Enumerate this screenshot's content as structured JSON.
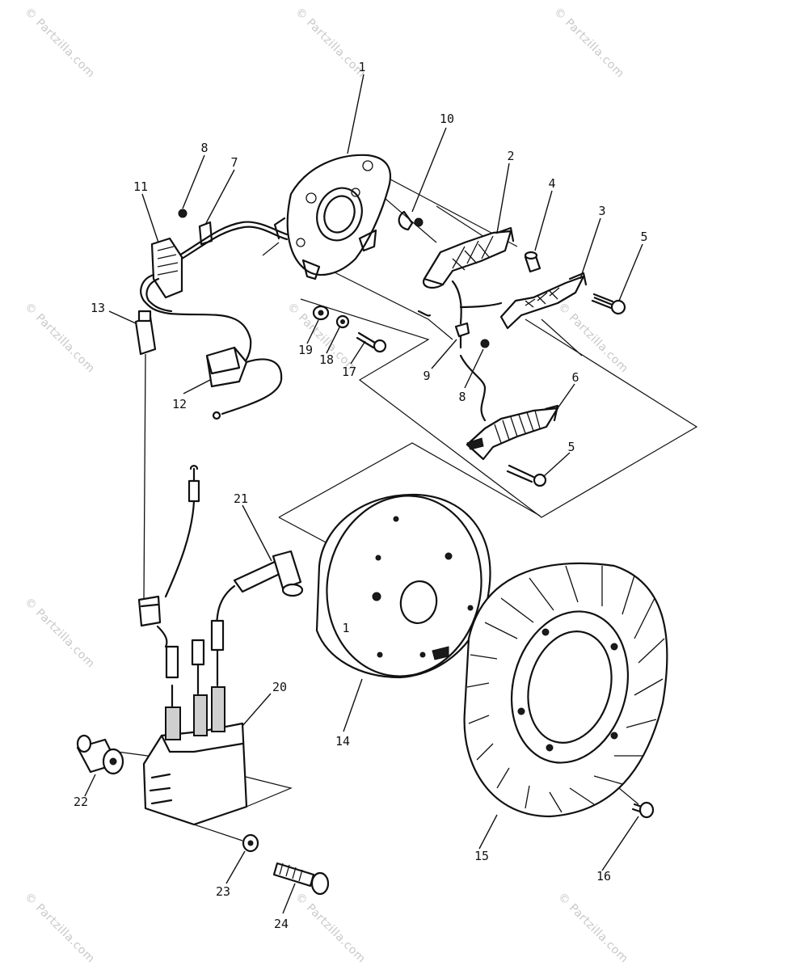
{
  "watermark": "© Partzilla.com",
  "center_mark": "1",
  "callouts": {
    "c1": "1",
    "c2": "2",
    "c3": "3",
    "c4": "4",
    "c5a": "5",
    "c5b": "5",
    "c6": "6",
    "c7": "7",
    "c8a": "8",
    "c8b": "8",
    "c9": "9",
    "c10": "10",
    "c11": "11",
    "c12": "12",
    "c13": "13",
    "c14": "14",
    "c15": "15",
    "c16": "16",
    "c17": "17",
    "c18": "18",
    "c19": "19",
    "c20": "20",
    "c21": "21",
    "c22": "22",
    "c23": "23",
    "c24": "24"
  }
}
